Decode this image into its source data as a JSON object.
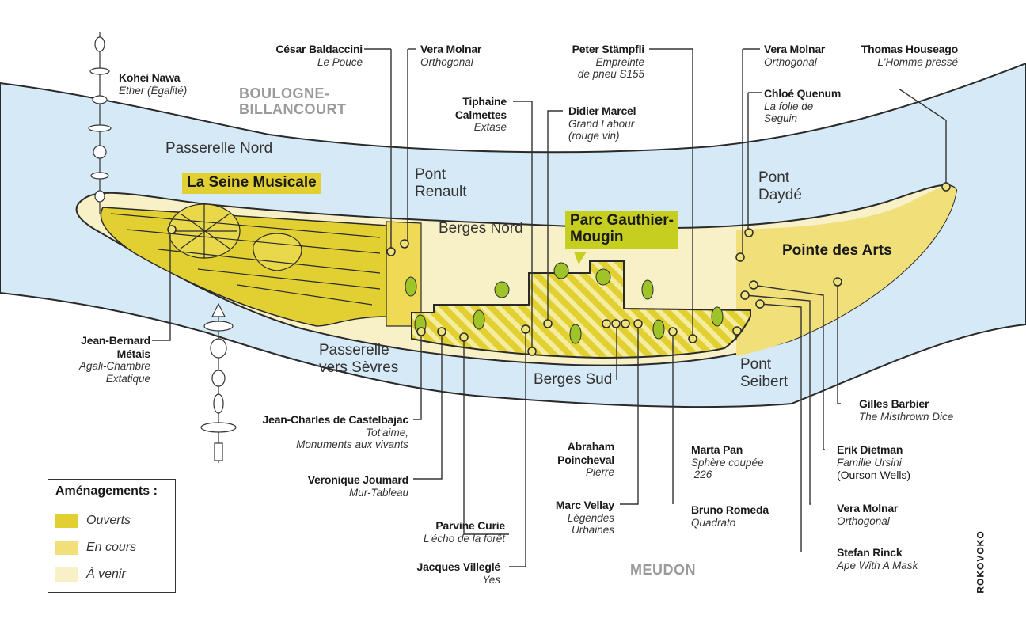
{
  "colors": {
    "water": "#d6e9f6",
    "open": "#e2d033",
    "in_progress": "#f1df7a",
    "upcoming": "#f8f0c6",
    "highlight": "#c6cf1f",
    "leader": "#333333"
  },
  "places": {
    "boulogne": "BOULOGNE-\nBILLANCOURT",
    "meudon": "MEUDON",
    "passerelle_nord": "Passerelle Nord",
    "pont_renault": "Pont\nRenault",
    "berges_nord": "Berges Nord",
    "pont_dayde": "Pont\nDaydé",
    "passerelle_sevres": "Passerelle\nvers Sèvres",
    "berges_sud": "Berges Sud",
    "pont_seibert": "Pont\nSeibert"
  },
  "highlights": {
    "seine_musicale": "La Seine Musicale",
    "parc": "Parc Gauthier-\nMougin",
    "pointe": "Pointe des Arts"
  },
  "artworks": [
    {
      "artist": "Kohei Nawa",
      "work": "Ether (Égalité)"
    },
    {
      "artist": "César Baldaccini",
      "work": "Le Pouce"
    },
    {
      "artist": "Vera Molnar",
      "work": "Orthogonal"
    },
    {
      "artist": "Peter Stämpfli",
      "work": "Empreinte\nde pneu S155"
    },
    {
      "artist": "Vera Molnar",
      "work": "Orthogonal"
    },
    {
      "artist": "Thomas Houseago",
      "work": "L'Homme pressé"
    },
    {
      "artist": "Tiphaine\nCalmettes",
      "work": "Extase"
    },
    {
      "artist": "Didier Marcel",
      "work": "Grand Labour\n(rouge vin)"
    },
    {
      "artist": "Chloé Quenum",
      "work": "La folie de\nSeguin"
    },
    {
      "artist": "Jean-Bernard\nMétais",
      "work": "Agali-Chambre\nExtatique"
    },
    {
      "artist": "Jean-Charles de Castelbajac",
      "work": "Tot'aime,\nMonuments aux vivants"
    },
    {
      "artist": "Veronique Joumard",
      "work": "Mur-Tableau"
    },
    {
      "artist": "Parvine Curie",
      "work": "L'écho de la forêt"
    },
    {
      "artist": "Jacques Villeglé",
      "work": "Yes"
    },
    {
      "artist": "Abraham\nPoincheval",
      "work": "Pierre"
    },
    {
      "artist": "Marc Vellay",
      "work": "Légendes\nUrbaines"
    },
    {
      "artist": "Marta Pan",
      "work": "Sphère coupée\n 226"
    },
    {
      "artist": "Bruno Romeda",
      "work": "Quadrato"
    },
    {
      "artist": "Gilles Barbier",
      "work": "The Misthrown Dice"
    },
    {
      "artist": "Erik Dietman",
      "work": "Famille Ursini",
      "extra": "(Ourson Wells)"
    },
    {
      "artist": "Vera Molnar",
      "work": "Orthogonal"
    },
    {
      "artist": "Stefan Rinck",
      "work": "Ape With A Mask"
    }
  ],
  "legend": {
    "title": "Aménagements :",
    "items": [
      "Ouverts",
      "En cours",
      "À venir"
    ]
  },
  "credit": "ROKOVOKO"
}
